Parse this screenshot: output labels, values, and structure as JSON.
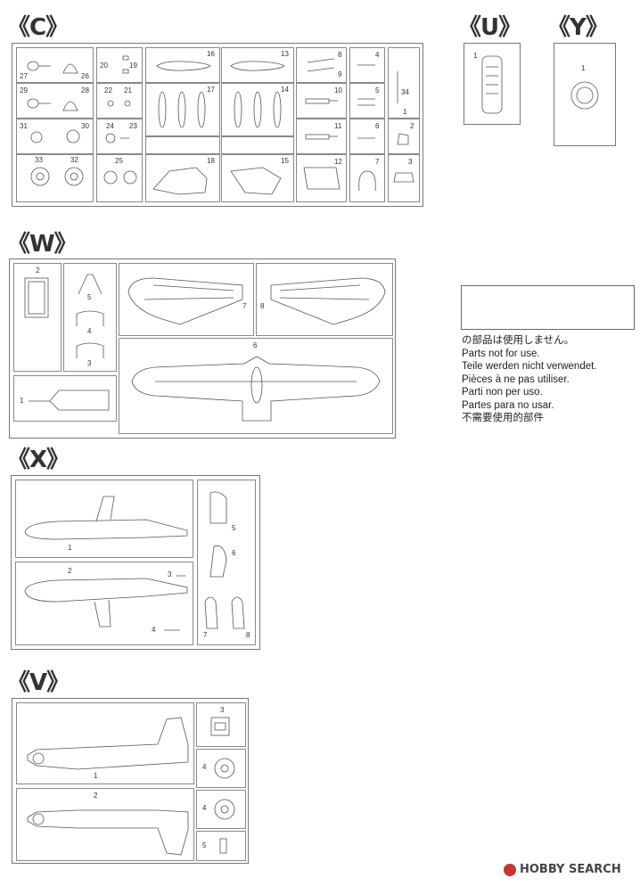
{
  "sections": {
    "C": {
      "title": "《C》",
      "labels": [
        "27",
        "26",
        "29",
        "28",
        "31",
        "30",
        "33",
        "32",
        "20",
        "19",
        "22",
        "21",
        "24",
        "23",
        "25",
        "16",
        "17",
        "18",
        "13",
        "14",
        "15",
        "8",
        "9",
        "10",
        "11",
        "12",
        "4",
        "5",
        "6",
        "7",
        "34",
        "1",
        "2",
        "3"
      ]
    },
    "U": {
      "title": "《U》",
      "labels": [
        "1"
      ]
    },
    "Y": {
      "title": "《Y》",
      "labels": [
        "1"
      ]
    },
    "W": {
      "title": "《W》",
      "labels": [
        "2",
        "5",
        "4",
        "3",
        "1",
        "7",
        "8",
        "6"
      ]
    },
    "X": {
      "title": "《X》",
      "labels": [
        "1",
        "2",
        "3",
        "4",
        "5",
        "6",
        "7",
        "8"
      ]
    },
    "V": {
      "title": "《V》",
      "labels": [
        "1",
        "2",
        "3",
        "4",
        "4",
        "5"
      ]
    }
  },
  "notice": {
    "lines": [
      "の部品は使用しません。",
      "Parts not for use.",
      "Teile werden nicht verwendet.",
      "Pièces à ne pas utiliser.",
      "Parti non per uso.",
      "Partes para no usar.",
      "不需要使用的部件"
    ]
  },
  "watermark": {
    "text": "HOBBY SEARCH"
  }
}
